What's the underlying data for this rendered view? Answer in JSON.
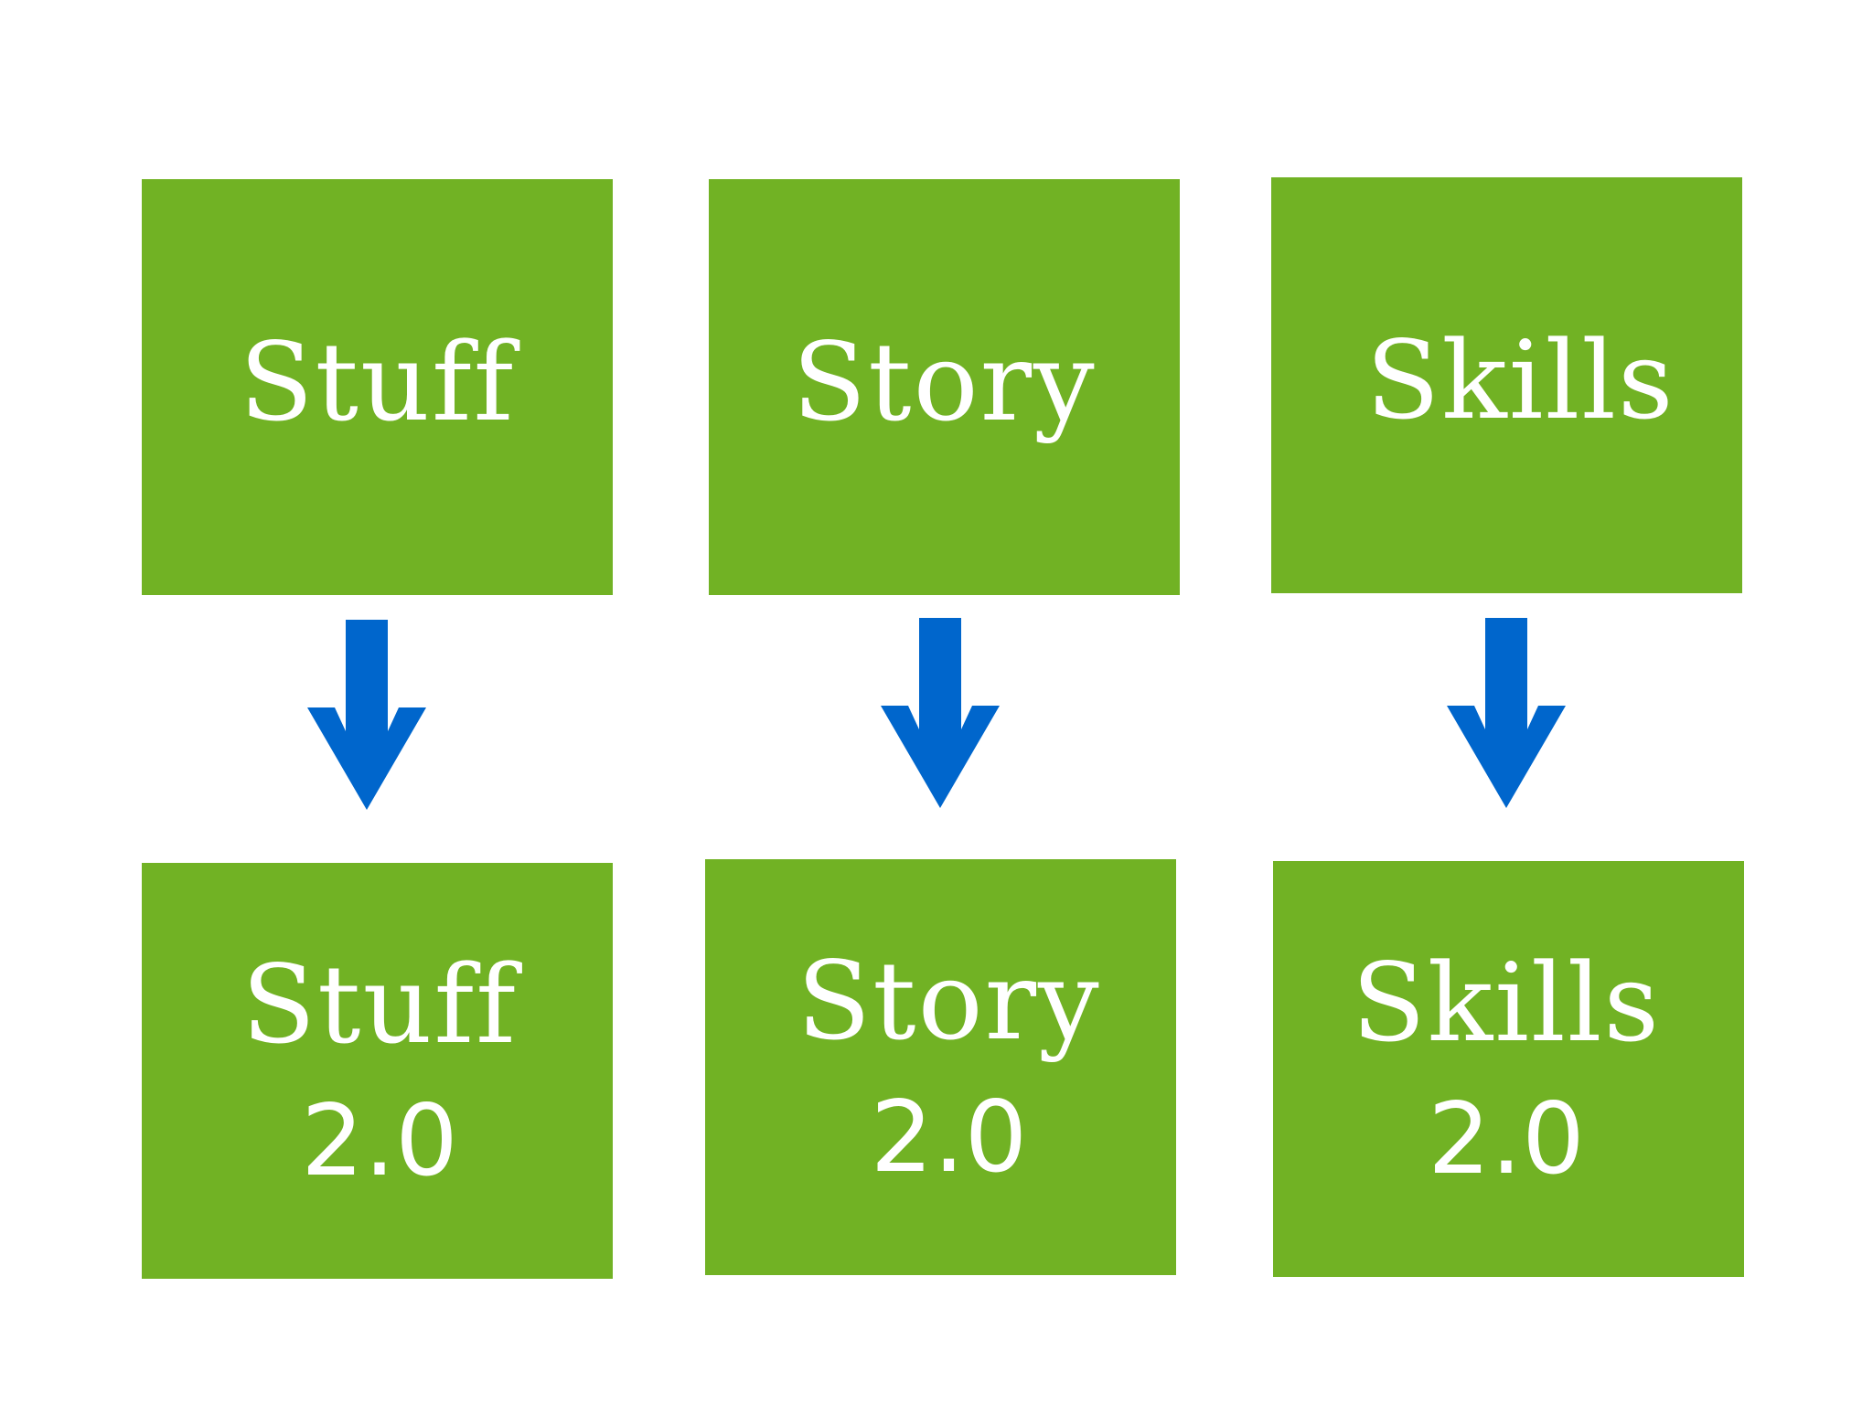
{
  "colors": {
    "box_fill": "#71b224",
    "box_text": "#ffffff",
    "arrow": "#0066cc",
    "background": "#ffffff"
  },
  "top_row": [
    {
      "label": "Stuff"
    },
    {
      "label": "Story"
    },
    {
      "label": "Skills"
    }
  ],
  "bottom_row": [
    {
      "label": "Stuff",
      "version": "2.0"
    },
    {
      "label": "Story",
      "version": "2.0"
    },
    {
      "label": "Skills",
      "version": "2.0"
    }
  ],
  "arrows": [
    {
      "icon": "down-arrow-icon"
    },
    {
      "icon": "down-arrow-icon"
    },
    {
      "icon": "down-arrow-icon"
    }
  ]
}
